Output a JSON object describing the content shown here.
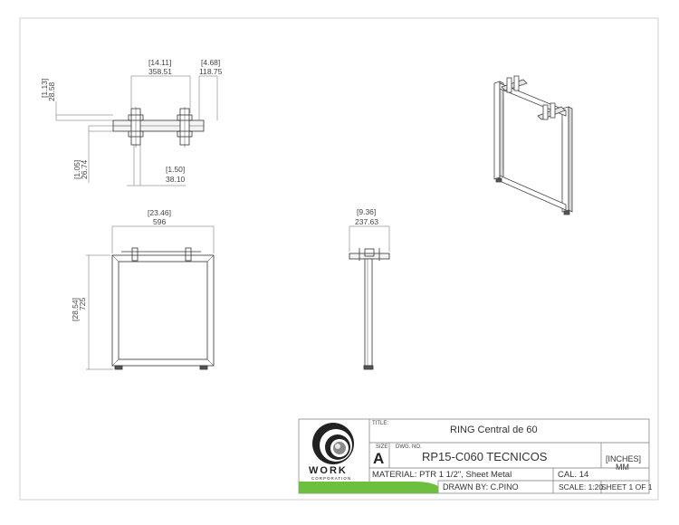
{
  "title_block": {
    "title_label": "TITLE:",
    "title": "RING Central de 60",
    "size_label": "SIZE",
    "size": "A",
    "dwg_no_label": "DWG. NO.",
    "dwg_no": "RP15-C060 TECNICOS",
    "units_inches": "[INCHES]",
    "units_mm": "MM",
    "material": "MATERIAL: PTR 1 1/2\", Sheet Metal",
    "cal": "CAL. 14",
    "drawn_by": "DRAWN BY: C.PINO",
    "scale": "SCALE: 1:20",
    "sheet": "SHEET 1 OF 1",
    "logo_text": "WORK",
    "logo_subtext": "CORPORATION",
    "accent_color": "#6cbf3f"
  },
  "dimensions": {
    "top_width_in": "[14.11]",
    "top_width_mm": "358.51",
    "top_right_in": "[4.68]",
    "top_right_mm": "118.75",
    "top_height_in": "[1.13]",
    "top_height_mm": "28.58",
    "top_depth_in": "[1.05]",
    "top_depth_mm": "26.74",
    "top_bottom_in": "[1.50]",
    "top_bottom_mm": "38.10",
    "front_width_in": "[23.46]",
    "front_width_mm": "596",
    "front_height_in": "[28.54]",
    "front_height_mm": "725",
    "side_width_in": "[9.36]",
    "side_width_mm": "237.63"
  }
}
